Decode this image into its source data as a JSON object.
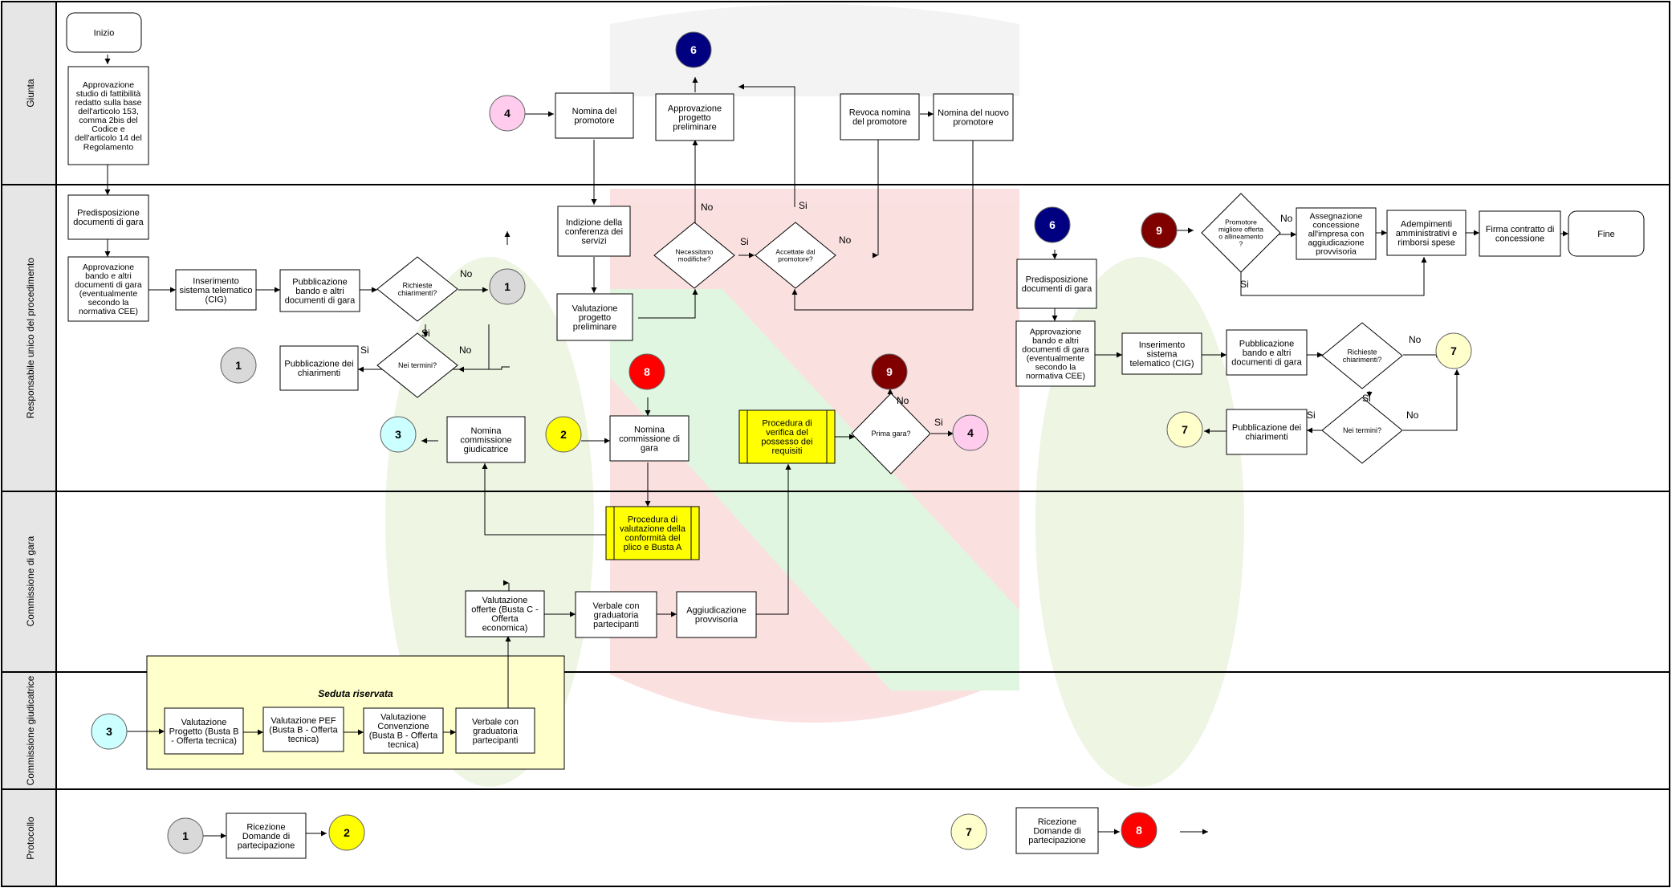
{
  "lanes": [
    {
      "id": "giunta",
      "label": "Giunta"
    },
    {
      "id": "rup",
      "label": "Responsabile unico del procedimento"
    },
    {
      "id": "commissione_gara",
      "label": "Commissione di gara"
    },
    {
      "id": "commissione_giudicatrice",
      "label": "Commissione giudicatrice"
    },
    {
      "id": "protocollo",
      "label": "Protocollo"
    }
  ],
  "group": {
    "label": "Seduta riservata"
  },
  "nodes": {
    "inizio": "Inizio",
    "approvazione_studio": "Approvazione studio di fattibilità redatto sulla base dell'articolo 153, comma 2bis del Codice e dell'articolo 14 del Regolamento",
    "predisposizione_doc": "Predisposizione documenti di gara",
    "approvazione_bando": "Approvazione bando e altri documenti di gara (eventualmente secondo la normativa CEE)",
    "inserimento_cig": "Inserimento sistema telematico (CIG)",
    "pubblicazione_bando": "Pubblicazione bando e altri documenti di gara",
    "richieste_chiarimenti": "Richieste chiarimenti?",
    "nei_termini": "Nei termini?",
    "pubblicazione_chiarimenti": "Pubblicazione dei chiarimenti",
    "nomina_promotore": "Nomina del promotore",
    "indizione_conferenza": "Indizione della conferenza dei servizi",
    "valutazione_progetto_prelim": "Valutazione progetto preliminare",
    "necessitano_modifiche": "Necessitano modifiche?",
    "approvazione_progetto_prelim": "Approvazione progetto preliminare",
    "accettate_promotore": "Accettate dal promotore?",
    "revoca_nomina": "Revoca nomina del promotore",
    "nomina_nuovo_promotore": "Nomina del nuovo promotore",
    "nomina_comm_giudicatrice": "Nomina commissione giudicatrice",
    "nomina_comm_gara": "Nomina commissione di gara",
    "procedura_verifica": "Procedura di verifica del possesso dei requisiti",
    "prima_gara": "Prima gara?",
    "procedura_valutazione": "Procedura di valutazione della conformità del plico e Busta A",
    "valutazione_offerte": "Valutazione offerte (Busta C - Offerta economica)",
    "verbale_graduatoria_1": "Verbale con graduatoria partecipanti",
    "aggiudicazione_provvisoria": "Aggiudicazione provvisoria",
    "valutazione_progetto_b": "Valutazione Progetto (Busta B - Offerta tecnica)",
    "valutazione_pef": "Valutazione PEF (Busta B - Offerta tecnica)",
    "valutazione_convenzione": "Valutazione Convenzione (Busta B - Offerta tecnica)",
    "verbale_graduatoria_2": "Verbale con graduatoria partecipanti",
    "ricezione_domande_1": "Ricezione Domande di partecipazione",
    "predisposizione_doc_2": "Predisposizione documenti di gara",
    "approvazione_bando_2": "Approvazione bando e altri documenti di gara (eventualmente secondo la normativa CEE)",
    "inserimento_cig_2": "Inserimento sistema telematico (CIG)",
    "pubblicazione_bando_2": "Pubblicazione bando e altri documenti di gara",
    "richieste_chiarimenti_2": "Richieste chiarimenti?",
    "nei_termini_2": "Nei termini?",
    "pubblicazione_chiarimenti_2": "Pubblicazione dei chiarimenti",
    "promotore_migliore": "Promotore migliore offerta o allineamento ?",
    "assegnazione_concessione": "Assegnazione concessione all'impresa con aggiudicazione provvisoria",
    "adempimenti": "Adempimenti amministrativi e rimborsi spese",
    "firma_contratto": "Firma contratto di concessione",
    "fine": "Fine",
    "ricezione_domande_2": "Ricezione Domande di partecipazione"
  },
  "connectors": {
    "c1": "1",
    "c2": "2",
    "c3": "3",
    "c4": "4",
    "c6": "6",
    "c7": "7",
    "c8": "8",
    "c9": "9"
  },
  "edge_labels": {
    "yes": "Si",
    "no": "No"
  },
  "colors": {
    "connector_1": "#d9d9d9",
    "connector_2": "#ffff00",
    "connector_3": "#ccffff",
    "connector_4": "#ffccee",
    "connector_6": "#000080",
    "connector_7": "#ffffcc",
    "connector_8": "#ff0000",
    "connector_9": "#800000",
    "highlight_box": "#ffff00",
    "group_fill": "#ffffcc",
    "lane_header": "#e0e0e0"
  }
}
